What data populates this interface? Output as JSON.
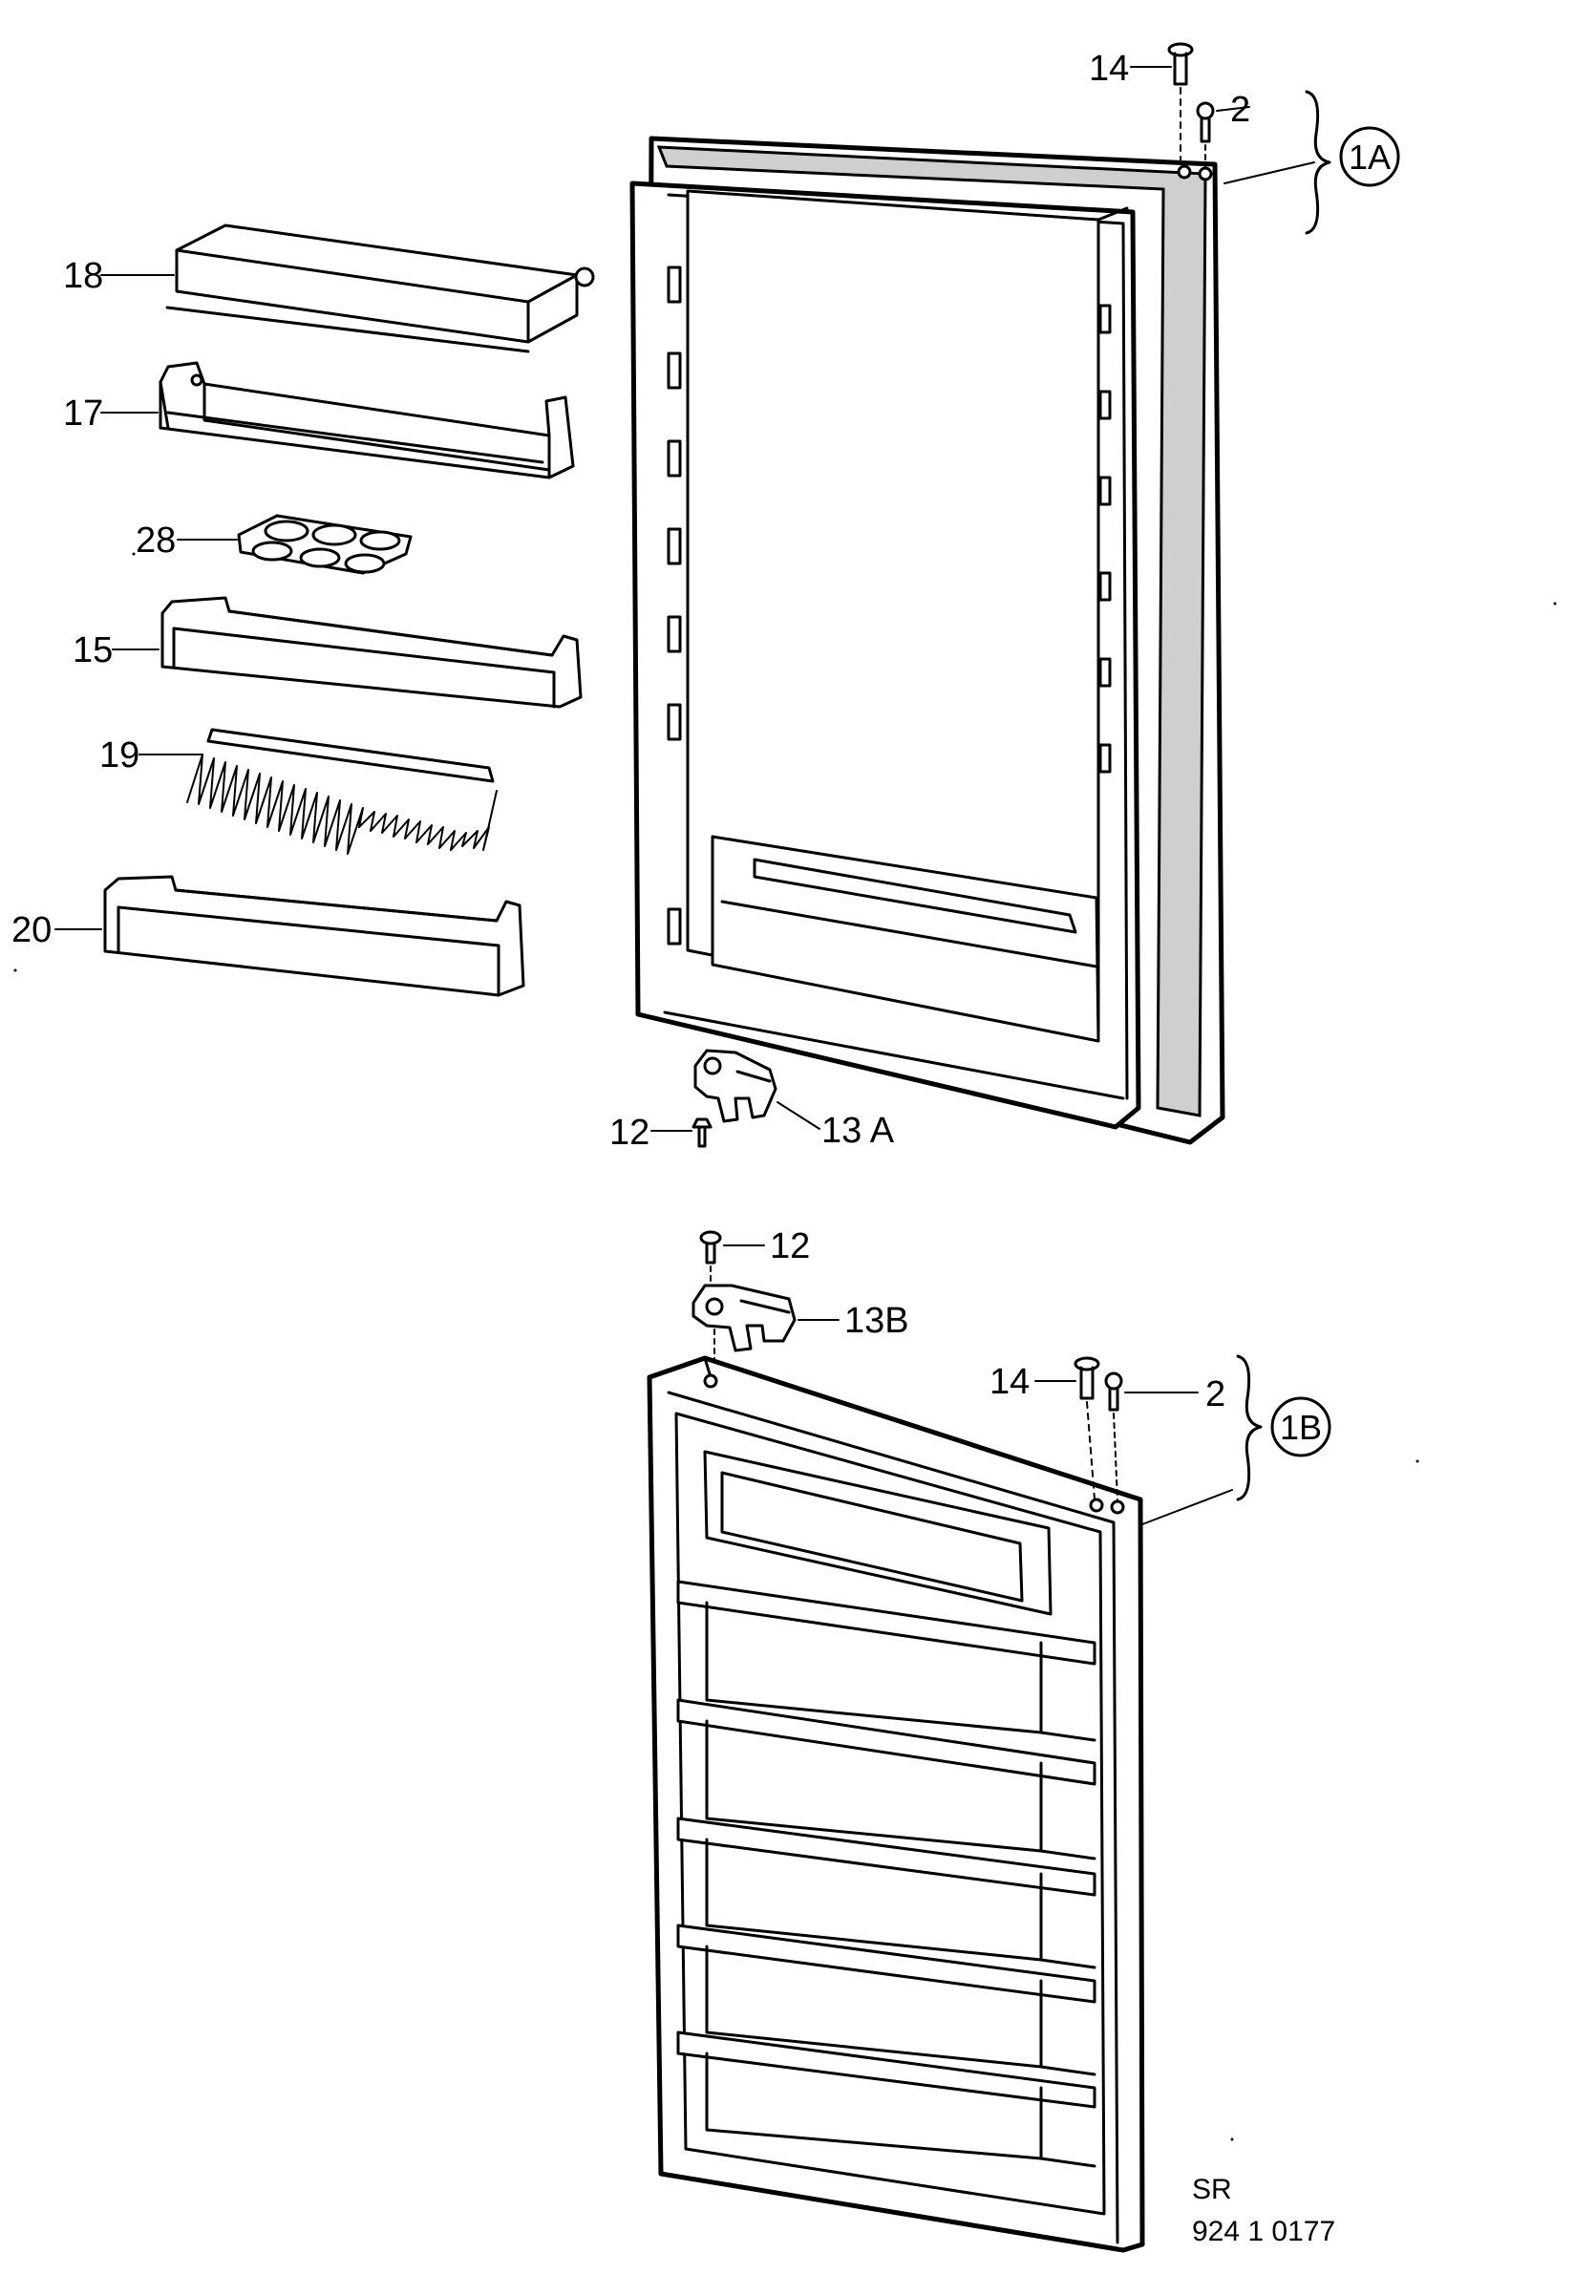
{
  "callouts": {
    "door_upper": "1A",
    "door_lower": "1B"
  },
  "labels": {
    "p18": "18",
    "p17": "17",
    "p28": "28",
    "p15": "15",
    "p19": "19",
    "p20": "20",
    "p14_top": "14",
    "p2_top": "2",
    "p12_top": "12",
    "p13a": "13 A",
    "p12_bottom": "12",
    "p13b": "13B",
    "p14_bottom": "14",
    "p2_bottom": "2"
  },
  "footer": {
    "code_line1": "SR",
    "code_line2": "924 1 0177"
  }
}
